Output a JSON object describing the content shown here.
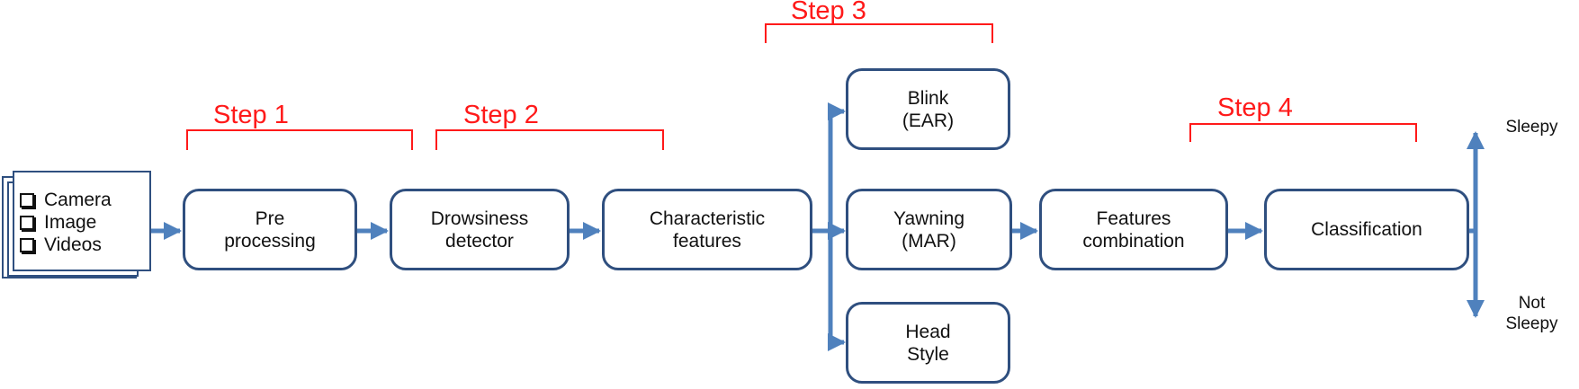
{
  "colors": {
    "box_border": "#2F4F7F",
    "arrow": "#4F81BD",
    "step": "#FF1A1A"
  },
  "sources": [
    "Camera",
    "Image",
    "Videos"
  ],
  "boxes": {
    "preprocessing": "Pre\nprocessing",
    "drowsiness_detector": "Drowsiness\ndetector",
    "characteristic_features": "Characteristic\nfeatures",
    "blink": "Blink\n(EAR)",
    "yawning": "Yawning\n(MAR)",
    "head_style": "Head\nStyle",
    "features_combination": "Features\ncombination",
    "classification": "Classification"
  },
  "steps": [
    "Step 1",
    "Step 2",
    "Step 3",
    "Step 4"
  ],
  "outputs": {
    "sleepy": "Sleepy",
    "not_sleepy": "Not\nSleepy"
  }
}
